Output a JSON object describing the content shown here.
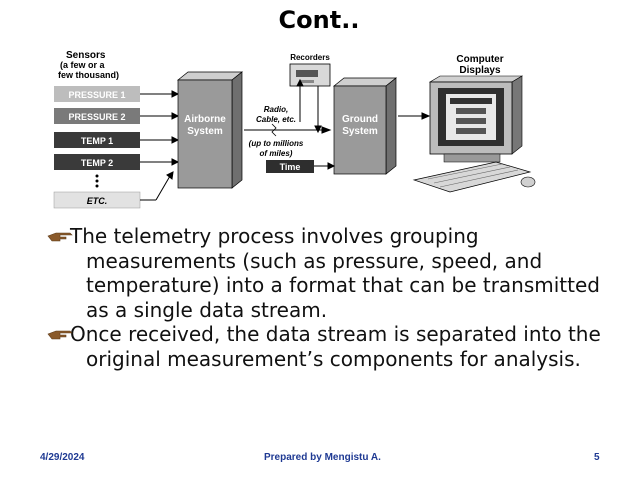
{
  "slide": {
    "title": "Cont.."
  },
  "diagram": {
    "sensors_heading": [
      "Sensors",
      "(a few or a",
      "few thousand)"
    ],
    "sensors": [
      "PRESSURE 1",
      "PRESSURE 2",
      "TEMP 1",
      "TEMP 2",
      "ETC."
    ],
    "airborne_label": [
      "Airborne",
      "System"
    ],
    "link_label": [
      "Radio,",
      "Cable, etc."
    ],
    "distance_label": [
      "(up to millions",
      "of miles)"
    ],
    "recorders_label": "Recorders",
    "ground_label": [
      "Ground",
      "System"
    ],
    "time_label": "Time",
    "computer_label": [
      "Computer",
      "Displays"
    ]
  },
  "bullets": [
    "The telemetry process involves grouping measurements (such as pressure, speed, and temperature) into a format that can be transmitted as a single data stream.",
    "Once received, the data stream is separated into the original measurement’s components for analysis."
  ],
  "footer": {
    "date": "4/29/2024",
    "author": "Prepared by Mengistu A.",
    "page": "5"
  },
  "colors": {
    "footer_text": "#1f3a93",
    "bullet_hand": "#8a5a2b"
  }
}
